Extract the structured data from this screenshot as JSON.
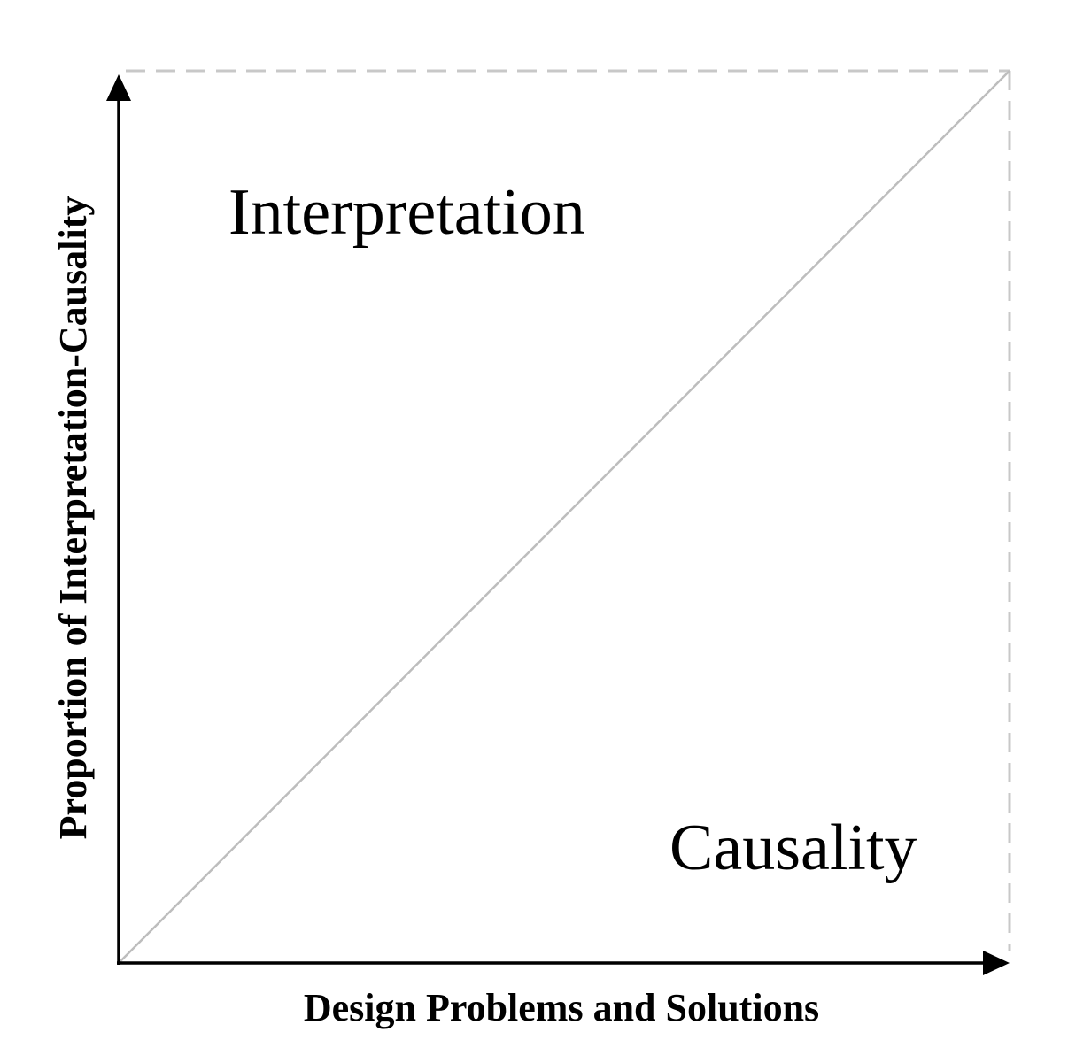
{
  "diagram": {
    "regions": {
      "upper_label": "Interpretation",
      "lower_label": "Causality"
    },
    "axes": {
      "x_label": "Design Problems and Solutions",
      "y_label": "Proportion of Interpretation-Causality"
    },
    "colors": {
      "axis": "#000000",
      "diagonal": "#bdbdbd",
      "dashed_boundary": "#c8c8c8",
      "text": "#000000"
    }
  }
}
